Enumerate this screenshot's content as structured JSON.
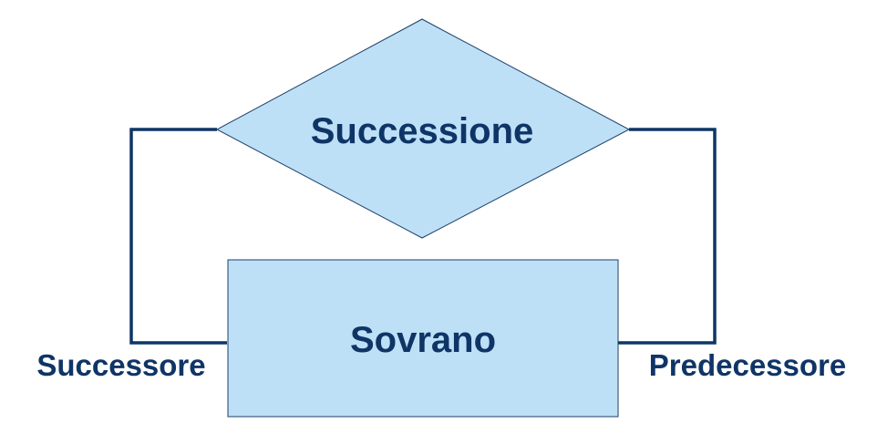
{
  "relationship": {
    "label": "Successione",
    "fill": "#bde0f7",
    "stroke": "#1d3f66"
  },
  "entity": {
    "label": "Sovrano",
    "fill": "#bde0f7",
    "stroke": "#1d3f66"
  },
  "roles": {
    "left": "Successore",
    "right": "Predecessore"
  },
  "colors": {
    "text": "#0f3566",
    "line": "#0f3566"
  }
}
